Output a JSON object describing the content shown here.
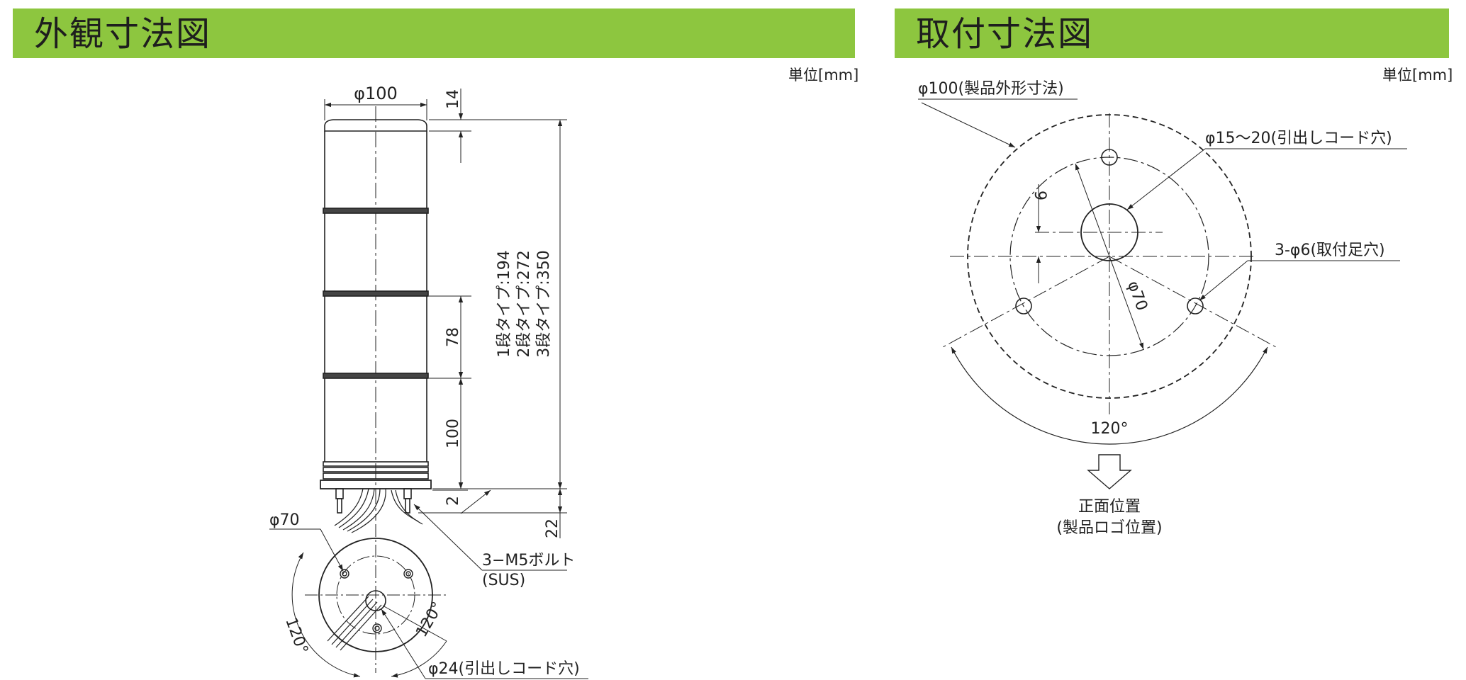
{
  "left": {
    "title": "外観寸法図",
    "unit": "単位[mm]",
    "labels": {
      "phi100": "φ100",
      "d14": "14",
      "type1": "1段タイプ:194",
      "type2": "2段タイプ:272",
      "type3": "3段タイプ:350",
      "d78": "78",
      "d100": "100",
      "d2": "2",
      "d22": "22",
      "phi70": "φ70",
      "bolt": "3−M5ボルト",
      "sus": "(SUS)",
      "ang1": "120°",
      "ang2": "120°",
      "phi24": "φ24(引出しコード穴)"
    }
  },
  "right": {
    "title": "取付寸法図",
    "unit": "単位[mm]",
    "labels": {
      "outer": "φ100(製品外形寸法)",
      "hole": "φ15〜20(引出しコード穴)",
      "d9": "9",
      "mount": "3-φ6(取付足穴)",
      "phi70": "φ70",
      "angle": "120°",
      "front1": "正面位置",
      "front2": "(製品ロゴ位置)"
    }
  },
  "colors": {
    "header": "#8dc63f",
    "line": "#222222"
  }
}
